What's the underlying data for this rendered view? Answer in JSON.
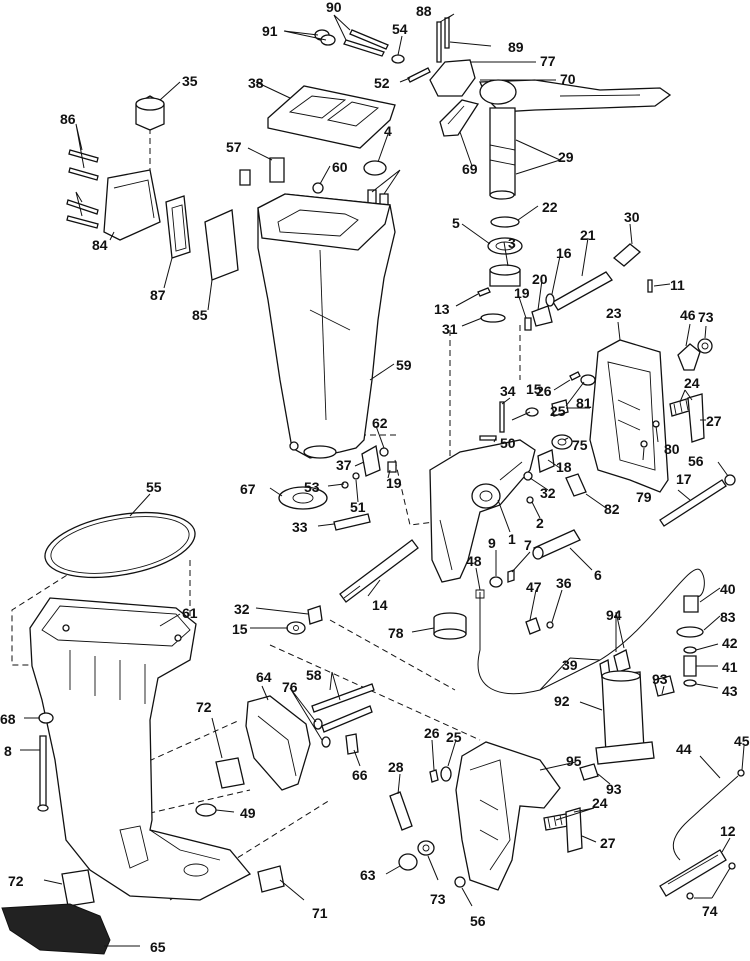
{
  "diagram": {
    "colors": {
      "ink": "#111111",
      "paper": "#ffffff"
    },
    "callouts": [
      "91",
      "90",
      "54",
      "88",
      "89",
      "77",
      "70",
      "52",
      "35",
      "38",
      "86",
      "4",
      "57",
      "60",
      "29",
      "69",
      "22",
      "5",
      "30",
      "3",
      "21",
      "16",
      "11",
      "84",
      "87",
      "85",
      "13",
      "20",
      "19",
      "31",
      "46",
      "73",
      "23",
      "59",
      "34",
      "26",
      "25",
      "81",
      "24",
      "27",
      "62",
      "15",
      "50",
      "75",
      "80",
      "37",
      "53",
      "19",
      "67",
      "51",
      "32",
      "18",
      "79",
      "56",
      "17",
      "55",
      "33",
      "82",
      "2",
      "1",
      "9",
      "7",
      "6",
      "48",
      "40",
      "83",
      "14",
      "47",
      "36",
      "61",
      "32",
      "15",
      "78",
      "39",
      "94",
      "42",
      "41",
      "43",
      "68",
      "92",
      "93",
      "8",
      "64",
      "58",
      "72",
      "76",
      "26",
      "25",
      "66",
      "28",
      "95",
      "93",
      "45",
      "49",
      "44",
      "24",
      "12",
      "27",
      "72",
      "63",
      "73",
      "71",
      "56",
      "74",
      "65"
    ]
  }
}
